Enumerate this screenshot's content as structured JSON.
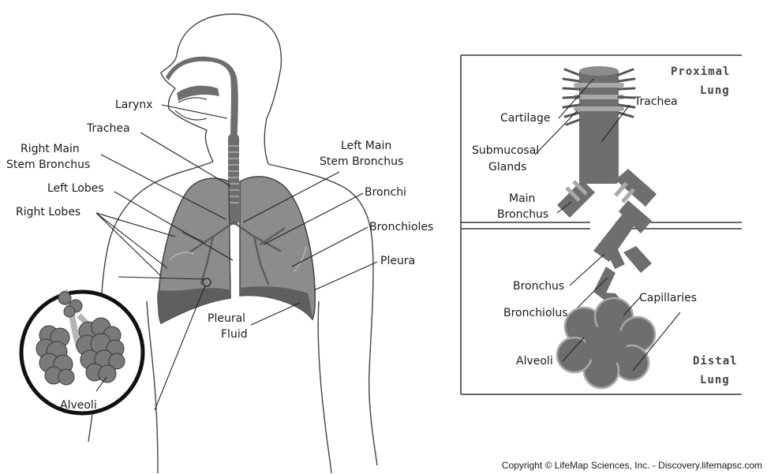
{
  "labels": {
    "larynx": "Larynx",
    "trachea": "Trachea",
    "right_main_1": "Right Main",
    "right_main_2": "Stem Bronchus",
    "left_lobes": "Left Lobes",
    "right_lobes": "Right Lobes",
    "left_main_1": "Left Main",
    "left_main_2": "Stem Bronchus",
    "bronchi": "Bronchi",
    "bronchioles": "Bronchioles",
    "pleura": "Pleura",
    "pleural_fluid_1": "Pleural",
    "pleural_fluid_2": "Fluid",
    "alveoli_inset": "Alveoli",
    "proximal_1": "Proximal",
    "proximal_2": "Lung",
    "cartilage": "Cartilage",
    "trachea_right": "Trachea",
    "submucosal_1": "Submucosal",
    "submucosal_2": "Glands",
    "main_bronchus_1": "Main",
    "main_bronchus_2": "Bronchus",
    "bronchus": "Bronchus",
    "bronchiolus": "Bronchiolus",
    "capillaries": "Capillaries",
    "alveoli_right": "Alveoli",
    "distal_1": "Distal",
    "distal_2": "Lung"
  },
  "copyright": "Copyright © LifeMap Sciences, Inc. - Discovery.lifemapsc.com",
  "colors": {
    "lung_fill": "#8c8c8c",
    "lung_dark": "#5e5e5e",
    "airway": "#6e6e6e",
    "light_band": "#b5b5b5",
    "outline": "#444444"
  }
}
